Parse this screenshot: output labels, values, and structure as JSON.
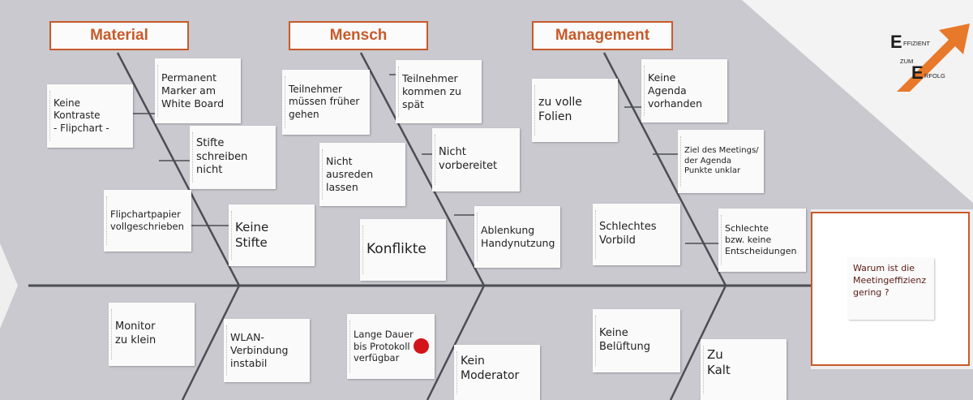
{
  "categories": [
    {
      "key": "material",
      "label": "Material"
    },
    {
      "key": "mensch",
      "label": "Mensch"
    },
    {
      "key": "management",
      "label": "Management"
    }
  ],
  "effect": {
    "lines": [
      "Warum ist die",
      "Meetingeffizienz",
      "gering ?"
    ]
  },
  "causes": [
    {
      "id": "keine-kontraste",
      "lines": [
        "Keine",
        "Kontraste",
        "- Flipchart -"
      ]
    },
    {
      "id": "permanent-marker",
      "lines": [
        "Permanent",
        "Marker am",
        "White Board"
      ]
    },
    {
      "id": "stifte-schreiben-nicht",
      "lines": [
        "Stifte",
        "schreiben",
        "nicht"
      ]
    },
    {
      "id": "flipchartpapier",
      "lines": [
        "Flipchartpapier",
        "vollgeschrieben"
      ]
    },
    {
      "id": "keine-stifte",
      "lines": [
        "Keine",
        "Stifte"
      ]
    },
    {
      "id": "teilnehmer-frueher-gehen",
      "lines": [
        "Teilnehmer",
        "müssen früher",
        "gehen"
      ]
    },
    {
      "id": "teilnehmer-zu-spaet",
      "lines": [
        "Teilnehmer",
        "kommen zu",
        "spät"
      ]
    },
    {
      "id": "nicht-ausreden",
      "lines": [
        "Nicht",
        "ausreden",
        "lassen"
      ]
    },
    {
      "id": "nicht-vorbereitet",
      "lines": [
        "Nicht",
        "vorbereitet"
      ]
    },
    {
      "id": "konflikte",
      "lines": [
        "Konflikte"
      ]
    },
    {
      "id": "ablenkung",
      "lines": [
        "Ablenkung",
        "Handynutzung"
      ]
    },
    {
      "id": "zu-volle-folien",
      "lines": [
        "zu volle",
        "Folien"
      ]
    },
    {
      "id": "keine-agenda",
      "lines": [
        "Keine",
        "Agenda",
        "vorhanden"
      ]
    },
    {
      "id": "ziel-unklar",
      "lines": [
        "Ziel des Meetings/",
        "der Agenda",
        "Punkte unklar"
      ]
    },
    {
      "id": "schlechtes-vorbild",
      "lines": [
        "Schlechtes",
        "Vorbild"
      ]
    },
    {
      "id": "schlechte-entscheidungen",
      "lines": [
        "Schlechte",
        "bzw. keine",
        "Entscheidungen"
      ]
    },
    {
      "id": "monitor-zu-klein",
      "lines": [
        "Monitor",
        "zu klein"
      ]
    },
    {
      "id": "wlan",
      "lines": [
        "WLAN-",
        "Verbindung",
        "instabil"
      ]
    },
    {
      "id": "lange-dauer",
      "lines": [
        "Lange Dauer",
        "bis Protokoll",
        "verfügbar"
      ]
    },
    {
      "id": "kein-moderator",
      "lines": [
        "Kein",
        "Moderator"
      ]
    },
    {
      "id": "keine-belueftung",
      "lines": [
        "Keine",
        "Belüftung"
      ]
    },
    {
      "id": "zu-kalt",
      "lines": [
        "Zu",
        "Kalt"
      ]
    }
  ],
  "logo": {
    "line1": "FFIZIENT",
    "line2": "ZUM",
    "line3": "RFOLG",
    "big_letter": "E"
  },
  "colors": {
    "accent": "#c85a2a",
    "fishbone_fill": "#c9c9cf",
    "spine": "#4d4d55",
    "red_dot": "#d3141a"
  }
}
